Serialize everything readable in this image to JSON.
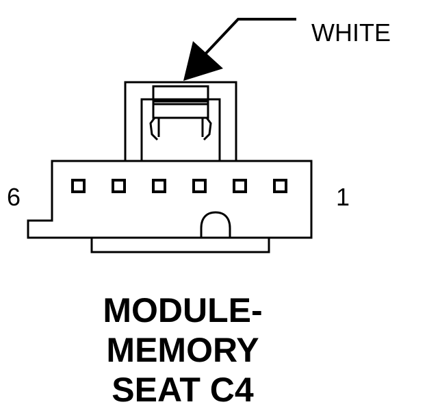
{
  "diagram": {
    "latch_color_label": "WHITE",
    "pin_label_left": "6",
    "pin_label_right": "1",
    "pin_count": 6,
    "title_lines": [
      "MODULE-",
      "MEMORY",
      "SEAT C4"
    ]
  },
  "colors": {
    "line": "#000000",
    "background": "#ffffff"
  }
}
